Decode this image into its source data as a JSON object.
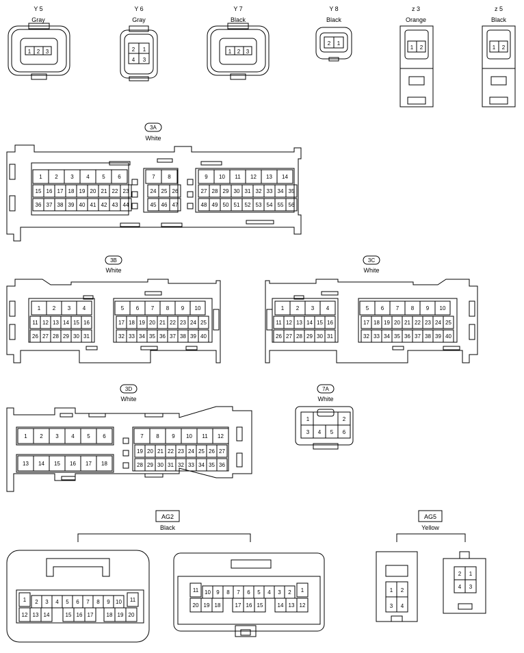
{
  "connectors": {
    "y5": {
      "code": "Y 5",
      "color": "Gray",
      "pins": [
        "1",
        "2",
        "3"
      ]
    },
    "y6": {
      "code": "Y 6",
      "color": "Gray",
      "pins": [
        "2",
        "1",
        "4",
        "3"
      ]
    },
    "y7": {
      "code": "Y 7",
      "color": "Black",
      "pins": [
        "1",
        "2",
        "3"
      ]
    },
    "y8": {
      "code": "Y 8",
      "color": "Black",
      "pins": [
        "2",
        "1"
      ]
    },
    "z3": {
      "code": "z 3",
      "color": "Orange",
      "pins": [
        "1",
        "2"
      ]
    },
    "z5": {
      "code": "z 5",
      "color": "Black",
      "pins": [
        "1",
        "2"
      ]
    },
    "c3A": {
      "code": "3A",
      "color": "White",
      "rows": [
        [
          "1",
          "2",
          "3",
          "4",
          "5",
          "6",
          "",
          "7",
          "8",
          "",
          "9",
          "10",
          "11",
          "12",
          "13",
          "14"
        ],
        [
          "15",
          "16",
          "17",
          "18",
          "19",
          "20",
          "21",
          "22",
          "23",
          "24",
          "25",
          "26",
          "27",
          "28",
          "29",
          "30",
          "31",
          "32",
          "33",
          "34",
          "35"
        ],
        [
          "36",
          "37",
          "38",
          "39",
          "40",
          "41",
          "42",
          "43",
          "44",
          "45",
          "46",
          "47",
          "48",
          "49",
          "50",
          "51",
          "52",
          "53",
          "54",
          "55",
          "56"
        ]
      ]
    },
    "c3B": {
      "code": "3B",
      "color": "White",
      "rows": [
        [
          "1",
          "2",
          "3",
          "4",
          "5",
          "6",
          "7",
          "8",
          "9",
          "10"
        ],
        [
          "11",
          "12",
          "13",
          "14",
          "15",
          "16",
          "17",
          "18",
          "19",
          "20",
          "21",
          "22",
          "23",
          "24",
          "25"
        ],
        [
          "26",
          "27",
          "28",
          "29",
          "30",
          "31",
          "32",
          "33",
          "34",
          "35",
          "36",
          "37",
          "38",
          "39",
          "40"
        ]
      ]
    },
    "c3C": {
      "code": "3C",
      "color": "White",
      "rows": [
        [
          "1",
          "2",
          "3",
          "4",
          "5",
          "6",
          "7",
          "8",
          "9",
          "10"
        ],
        [
          "11",
          "12",
          "13",
          "14",
          "15",
          "16",
          "17",
          "18",
          "19",
          "20",
          "21",
          "22",
          "23",
          "24",
          "25"
        ],
        [
          "26",
          "27",
          "28",
          "29",
          "30",
          "31",
          "32",
          "33",
          "34",
          "35",
          "36",
          "37",
          "38",
          "39",
          "40"
        ]
      ]
    },
    "c3D": {
      "code": "3D",
      "color": "White",
      "rows": [
        [
          "1",
          "2",
          "3",
          "4",
          "5",
          "6",
          "7",
          "8",
          "9",
          "10",
          "11",
          "12"
        ],
        [
          "19",
          "20",
          "21",
          "22",
          "23",
          "24",
          "25",
          "26",
          "27"
        ],
        [
          "13",
          "14",
          "15",
          "16",
          "17",
          "18",
          "28",
          "29",
          "30",
          "31",
          "32",
          "33",
          "34",
          "35",
          "36"
        ]
      ]
    },
    "c7A": {
      "code": "7A",
      "color": "White",
      "pins": [
        "1",
        "2",
        "3",
        "4",
        "5",
        "6"
      ]
    },
    "ag2": {
      "code": "AG2",
      "color": "Black",
      "left_rows": [
        [
          "1",
          "2",
          "3",
          "4",
          "5",
          "6",
          "7",
          "8",
          "9",
          "10",
          "11"
        ],
        [
          "12",
          "13",
          "14",
          "15",
          "16",
          "17",
          "18",
          "19",
          "20"
        ]
      ],
      "right_rows": [
        [
          "11",
          "10",
          "9",
          "8",
          "7",
          "6",
          "5",
          "4",
          "3",
          "2",
          "1"
        ],
        [
          "20",
          "19",
          "18",
          "17",
          "16",
          "15",
          "14",
          "13",
          "12"
        ]
      ]
    },
    "ag5": {
      "code": "AG5",
      "color": "Yellow",
      "left_pins": [
        "1",
        "2",
        "3",
        "4"
      ],
      "right_pins": [
        "2",
        "1",
        "4",
        "3"
      ]
    }
  }
}
